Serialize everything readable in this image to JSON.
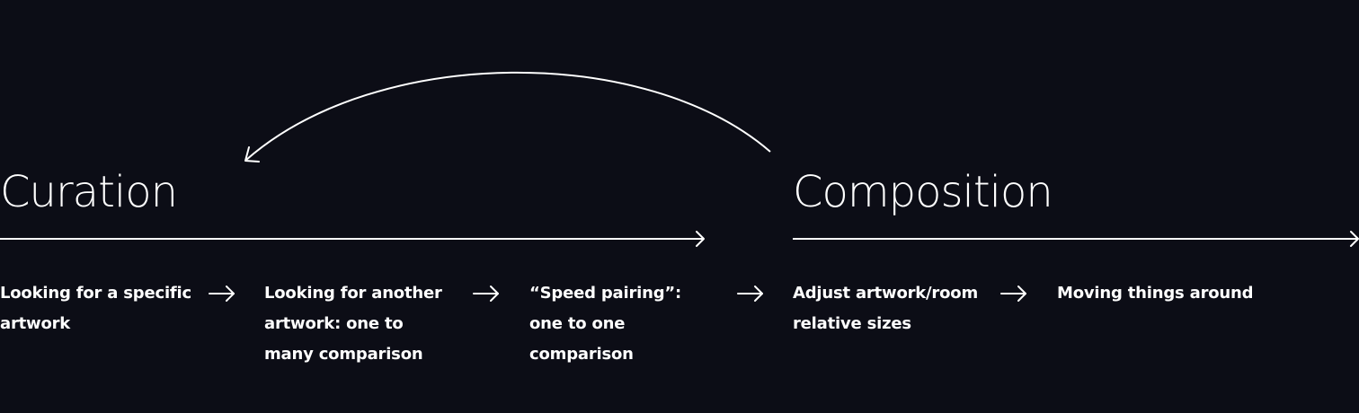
{
  "colors": {
    "background": "#0c0d16",
    "foreground": "#ffffff"
  },
  "phases": [
    {
      "title": "Curation",
      "steps": [
        "Looking for a specific artwork",
        "Looking for another artwork: one to many comparison",
        "“Speed pairing”: one to one comparison"
      ]
    },
    {
      "title": "Composition",
      "steps": [
        "Adjust artwork/room relative sizes",
        "Moving things around"
      ]
    }
  ],
  "connectors": {
    "step_arrow_icon": "right-arrow",
    "feedback_loop": "curved arrow from Composition back to Curation"
  }
}
